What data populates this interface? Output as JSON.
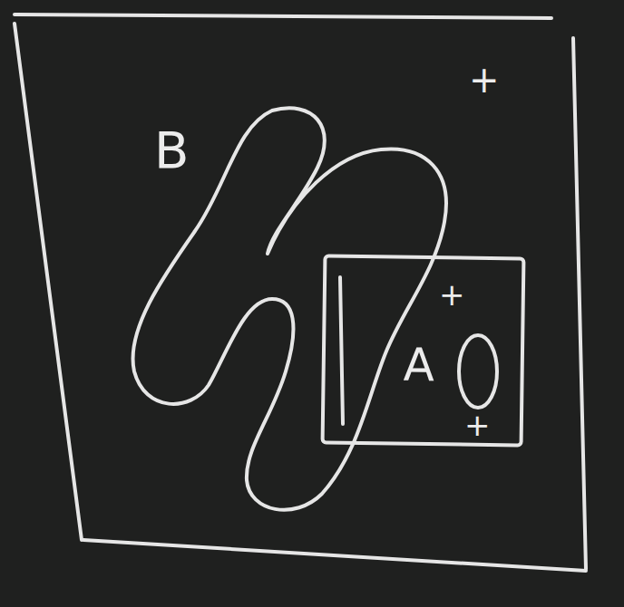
{
  "diagram": {
    "nodes": [
      {
        "text": [
          "+"
        ]
      },
      {
        "text": [
          "B"
        ],
        "in": 0
      },
      {
        "text": [
          "A"
        ],
        "in": 0
      }
    ],
    "labels": [
      "+",
      "+"
    ]
  }
}
